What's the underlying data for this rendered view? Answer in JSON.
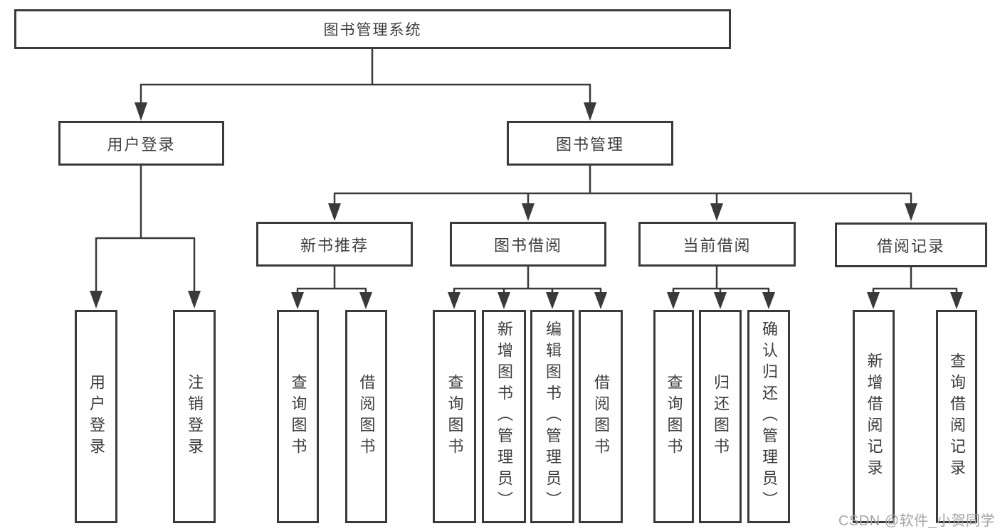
{
  "diagram_type": "hierarchy-tree",
  "colors": {
    "line": "#3a3a3a",
    "box_border": "#3a3a3a",
    "box_fill": "#ffffff",
    "text": "#3d3d3d",
    "watermark": "#a5a5a5",
    "background": "#ffffff"
  },
  "tree": {
    "label": "图书管理系统",
    "children": [
      {
        "label": "用户登录",
        "children": [
          {
            "label": "用户登录"
          },
          {
            "label": "注销登录"
          }
        ]
      },
      {
        "label": "图书管理",
        "children": [
          {
            "label": "新书推荐",
            "children": [
              {
                "label": "查询图书"
              },
              {
                "label": "借阅图书"
              }
            ]
          },
          {
            "label": "图书借阅",
            "children": [
              {
                "label": "查询图书"
              },
              {
                "label": "新增图书（管理员）"
              },
              {
                "label": "编辑图书（管理员）"
              },
              {
                "label": "借阅图书"
              }
            ]
          },
          {
            "label": "当前借阅",
            "children": [
              {
                "label": "查询图书"
              },
              {
                "label": "归还图书"
              },
              {
                "label": "确认归还（管理员）"
              }
            ]
          },
          {
            "label": "借阅记录",
            "children": [
              {
                "label": "新增借阅记录"
              },
              {
                "label": "查询借阅记录"
              }
            ]
          }
        ]
      }
    ]
  },
  "watermark": "CSDN @软件_小贺同学"
}
